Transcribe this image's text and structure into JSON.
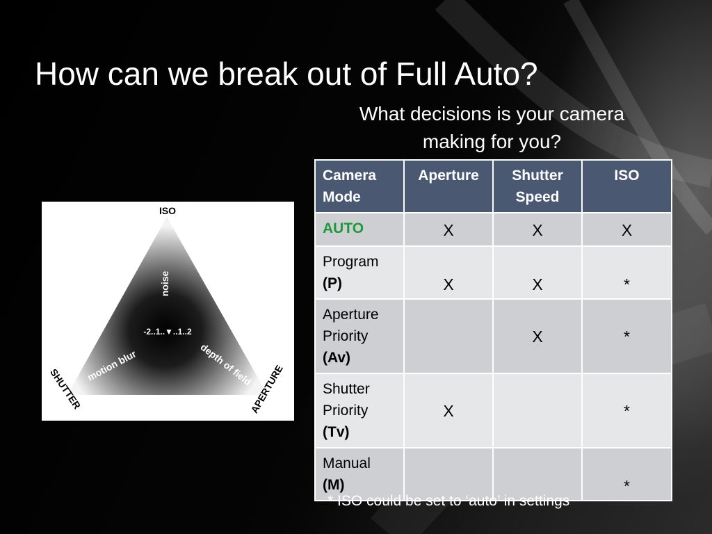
{
  "title": "How can we break out of Full Auto?",
  "subtitle_line1": "What decisions is your camera",
  "subtitle_line2": "making for you?",
  "diagram": {
    "top_label": "ISO",
    "left_label": "SHUTTER",
    "right_label": "APERTURE",
    "noise_label": "noise",
    "motion_label": "motion blur",
    "depth_label": "depth of field",
    "scale_text": "-2..1..▼..1..2"
  },
  "table": {
    "headers": [
      {
        "line1": "Camera",
        "line2": "Mode"
      },
      {
        "line1": "Aperture",
        "line2": ""
      },
      {
        "line1": "Shutter",
        "line2": "Speed"
      },
      {
        "line1": "ISO",
        "line2": ""
      }
    ],
    "rows": [
      {
        "name": "AUTO",
        "code": "",
        "aperture": "X",
        "shutter": "X",
        "iso": "X"
      },
      {
        "name": "Program",
        "code": "(P)",
        "aperture": "X",
        "shutter": "X",
        "iso": "*"
      },
      {
        "name": "Aperture Priority",
        "code": "(Av)",
        "aperture": "",
        "shutter": "X",
        "iso": "*"
      },
      {
        "name": "Shutter Priority",
        "code": "(Tv)",
        "aperture": "X",
        "shutter": "",
        "iso": "*"
      },
      {
        "name": "Manual",
        "code": "(M)",
        "aperture": "",
        "shutter": "",
        "iso": "*"
      }
    ]
  },
  "footnote": "* ISO could be set to ‘auto’ in settings",
  "colors": {
    "header_bg": "#4a5872",
    "auto_green": "#1f9a3a",
    "row_light": "#e6e7e9",
    "row_dark": "#cdcfd3"
  }
}
